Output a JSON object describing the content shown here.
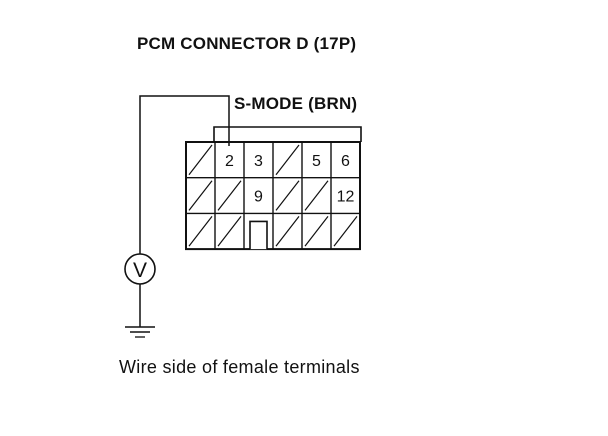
{
  "title": "PCM CONNECTOR D (17P)",
  "wire_label": "S-MODE (BRN)",
  "caption": "Wire side of female terminals",
  "meter_symbol": "V",
  "connector": {
    "rows": [
      [
        "",
        "2",
        "3",
        "",
        "5",
        "6"
      ],
      [
        "",
        "",
        "9",
        "",
        "",
        "12"
      ],
      [
        "",
        "",
        "",
        "",
        "",
        ""
      ]
    ],
    "hatched": [
      [
        true,
        false,
        false,
        true,
        false,
        false
      ],
      [
        true,
        true,
        false,
        true,
        true,
        false
      ],
      [
        true,
        true,
        false,
        true,
        true,
        true
      ]
    ]
  },
  "colors": {
    "line": "#111111",
    "background": "#ffffff"
  }
}
